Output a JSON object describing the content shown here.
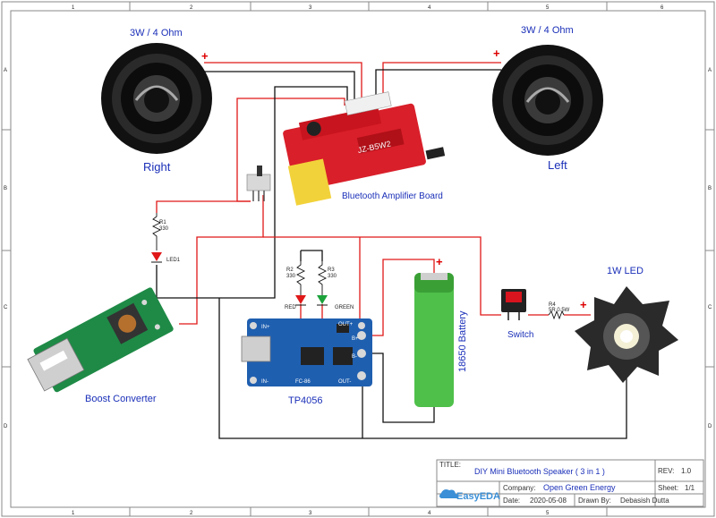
{
  "frame": {
    "cols": [
      "1",
      "2",
      "3",
      "4",
      "5",
      "6"
    ],
    "rows": [
      "A",
      "B",
      "C",
      "D"
    ]
  },
  "components": {
    "speaker_right": {
      "rating": "3W / 4 Ohm",
      "label": "Right",
      "polarity": "+"
    },
    "speaker_left": {
      "rating": "3W / 4 Ohm",
      "label": "Left",
      "polarity": "+"
    },
    "amplifier": {
      "label": "Bluetooth Amplifier Board",
      "chip_text": "JZ-B5W2"
    },
    "r1": {
      "name": "R1",
      "value": "330"
    },
    "led1": {
      "name": "LED1"
    },
    "r2": {
      "name": "R2",
      "value": "330"
    },
    "r3": {
      "name": "R3",
      "value": "330"
    },
    "led_red": {
      "label": "RED"
    },
    "led_green": {
      "label": "GREEN"
    },
    "boost": {
      "label": "Boost Converter"
    },
    "tp4056": {
      "label": "TP4056",
      "pin_in_plus": "IN+",
      "pin_in_minus": "IN-",
      "pin_out_plus": "OUT+",
      "pin_out_minus": "OUT-",
      "pin_b_plus": "B+",
      "pin_b_minus": "B-",
      "chip_text": "FC-86"
    },
    "battery": {
      "label": "18650 Battery",
      "polarity": "+"
    },
    "switch": {
      "label": "Switch"
    },
    "r4": {
      "name": "R4",
      "value": "5R 0.5W"
    },
    "led_1w": {
      "label": "1W LED",
      "polarity": "+"
    }
  },
  "title_block": {
    "title_label": "TITLE:",
    "title": "DIY Mini Bluetooth Speaker ( 3 in 1 )",
    "rev_label": "REV:",
    "rev": "1.0",
    "company_label": "Company:",
    "company": "Open Green Energy",
    "sheet_label": "Sheet:",
    "sheet": "1/1",
    "date_label": "Date:",
    "date": "2020-05-08",
    "drawn_label": "Drawn By:",
    "drawn_by": "Debasish Dutta",
    "brand": "EasyEDA"
  },
  "colors": {
    "wire_positive": "#e01818",
    "wire_negative": "#111111",
    "label_text": "#1a2fb8"
  }
}
